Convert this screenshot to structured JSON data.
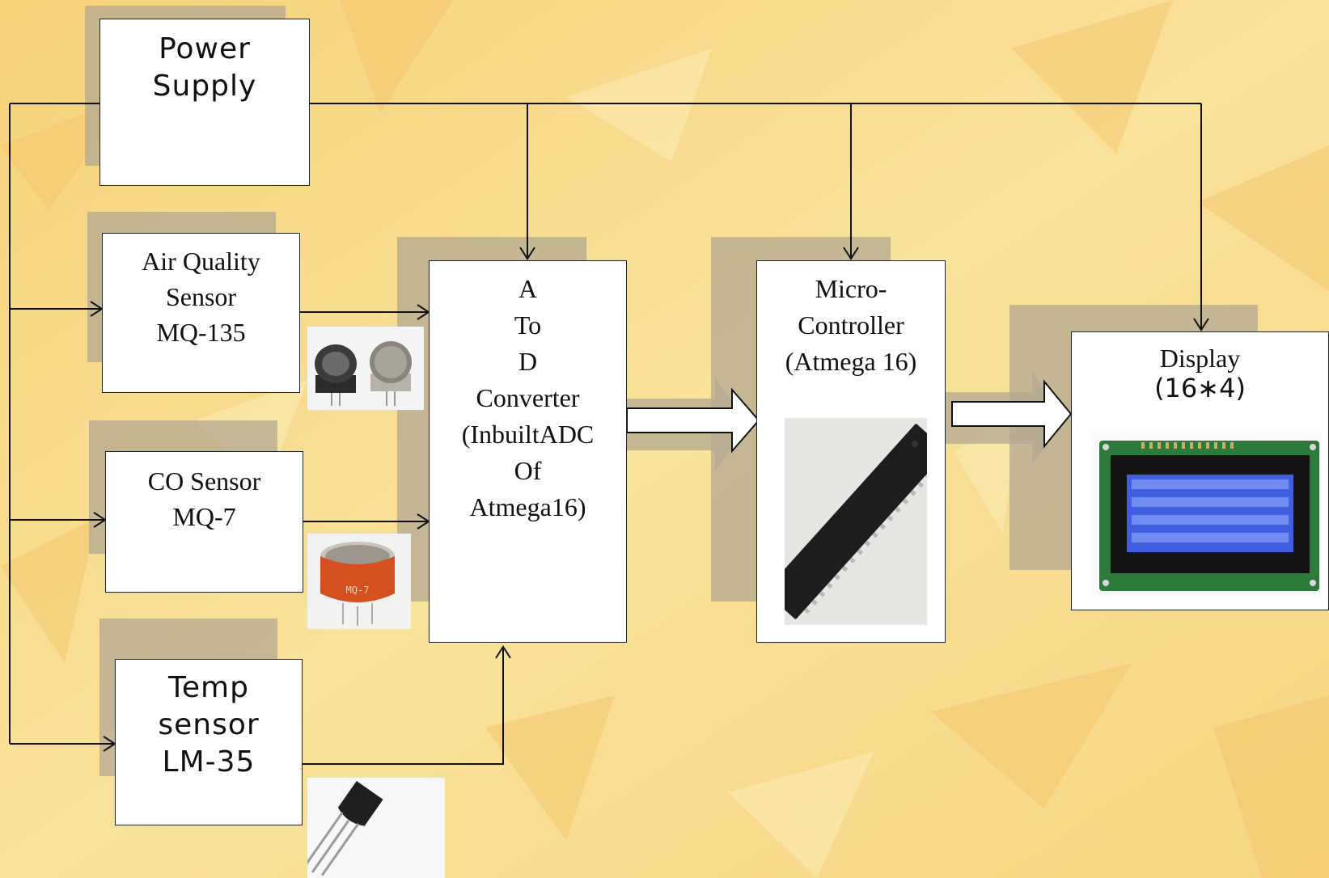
{
  "blocks": {
    "power_supply": "Power\nSupply",
    "air_quality_sensor": "Air Quality\nSensor\nMQ-135",
    "co_sensor": "CO Sensor\nMQ-7",
    "temp_sensor": "Temp\nsensor\nLM-35",
    "adc": "A\nTo\nD\nConverter\n(InbuiltADC\nOf\nAtmega16)",
    "micro_controller": "Micro-\nController\n(Atmega 16)",
    "display_title": "Display",
    "display_size": "(16∗4)"
  },
  "component_photos": {
    "mq7_marking": "MQ-7"
  },
  "colors": {
    "background": "#f7dc86",
    "box_fill": "#ffffff",
    "line": "#111111",
    "lcd_screen": "#3f5ee0",
    "pcb": "#2e7a3a"
  }
}
